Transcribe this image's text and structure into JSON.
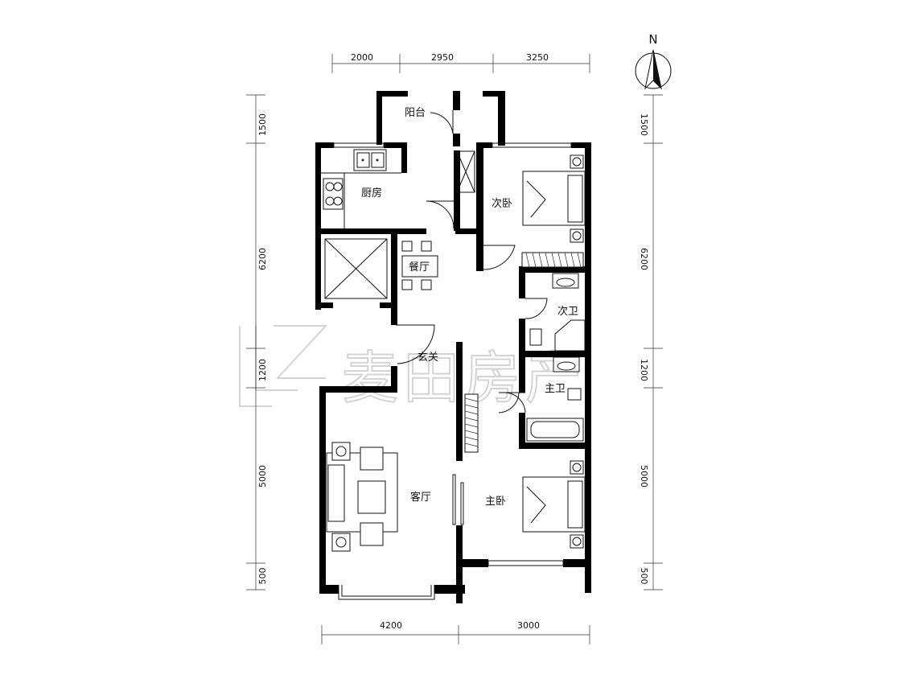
{
  "dimensions": {
    "top": [
      "2000",
      "2950",
      "3250"
    ],
    "bottom": [
      "4200",
      "3000"
    ],
    "left": [
      "1500",
      "6200",
      "1200",
      "5000",
      "500"
    ],
    "right": [
      "1500",
      "6200",
      "1200",
      "5000",
      "500"
    ]
  },
  "rooms": {
    "balcony": "阳台",
    "kitchen": "厨房",
    "dining": "餐厅",
    "second_bedroom": "次卧",
    "second_bath": "次卫",
    "entrance": "玄关",
    "master_bath": "主卫",
    "living_room": "客厅",
    "master_bedroom": "主卧"
  },
  "compass": {
    "label": "N"
  },
  "watermark": "麦田房产"
}
